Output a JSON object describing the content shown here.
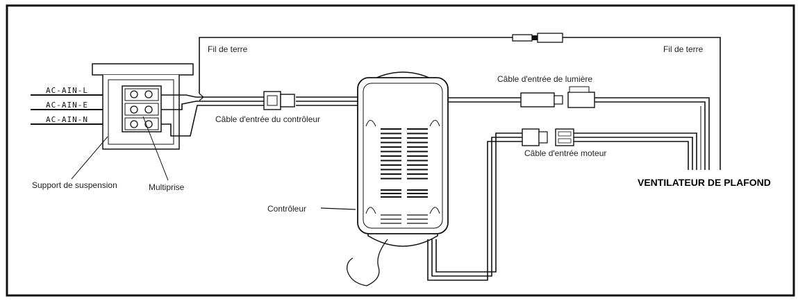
{
  "labels": {
    "ac_l": "AC-AIN-L",
    "ac_e": "AC-AIN-E",
    "ac_n": "AC-AIN-N",
    "support": "Support de suspension",
    "multiprise": "Multiprise",
    "ground_left": "Fil de terre",
    "ground_right": "Fil de terre",
    "controller_input": "Câble d'entrée du contrôleur",
    "controller": "Contrôleur",
    "light_input": "Câble d'entrée de lumière",
    "motor_input": "Câble d'entrée moteur",
    "fan": "VENTILATEUR DE PLAFOND"
  },
  "colors": {
    "line": "#111111",
    "background": "#ffffff"
  }
}
